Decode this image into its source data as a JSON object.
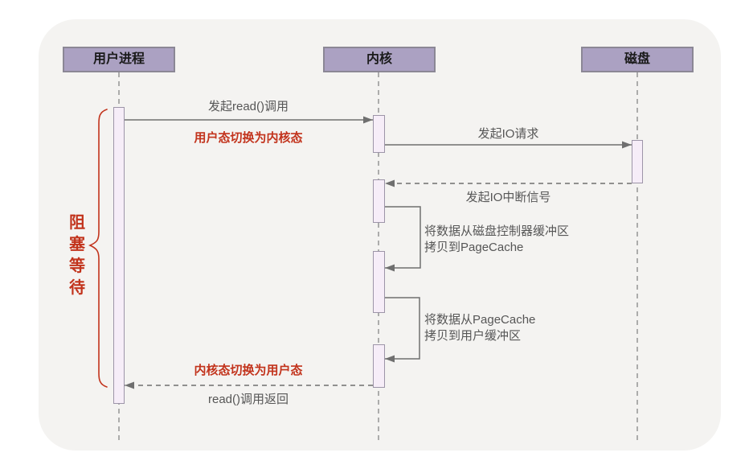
{
  "diagram": {
    "actors": [
      {
        "name": "用户进程"
      },
      {
        "name": "内核"
      },
      {
        "name": "磁盘"
      }
    ],
    "messages": {
      "read_call": {
        "label": "发起read()调用",
        "type": "solid-arrow"
      },
      "to_kernel_mode": {
        "label": "用户态切换为内核态",
        "type": "red-annotation"
      },
      "io_request": {
        "label": "发起IO请求",
        "type": "solid-arrow"
      },
      "io_interrupt": {
        "label": "发起IO中断信号",
        "type": "dashed-arrow"
      },
      "copy_to_pagecache": {
        "label": "将数据从磁盘控制器缓冲区\n拷贝到PageCache",
        "type": "self-message"
      },
      "copy_to_userbuf": {
        "label": "将数据从PageCache\n拷贝到用户缓冲区",
        "type": "self-message"
      },
      "to_user_mode": {
        "label": "内核态切换为用户态",
        "type": "red-annotation"
      },
      "read_return": {
        "label": "read()调用返回",
        "type": "dashed-arrow"
      }
    },
    "brace_label": "阻塞等待",
    "colors": {
      "accent_red": "#c2331c",
      "actor_fill": "#aba1c2",
      "actor_border": "#8b8795",
      "activation_fill": "#f6edf8",
      "activation_border": "#9d95a8",
      "line": "#6f6f6f",
      "lifeline": "#9a9a9a",
      "label_text": "#565656",
      "card_bg": "#f4f3f1",
      "page_bg": "#ffffff",
      "actor_text": "#1a1a1a"
    }
  }
}
